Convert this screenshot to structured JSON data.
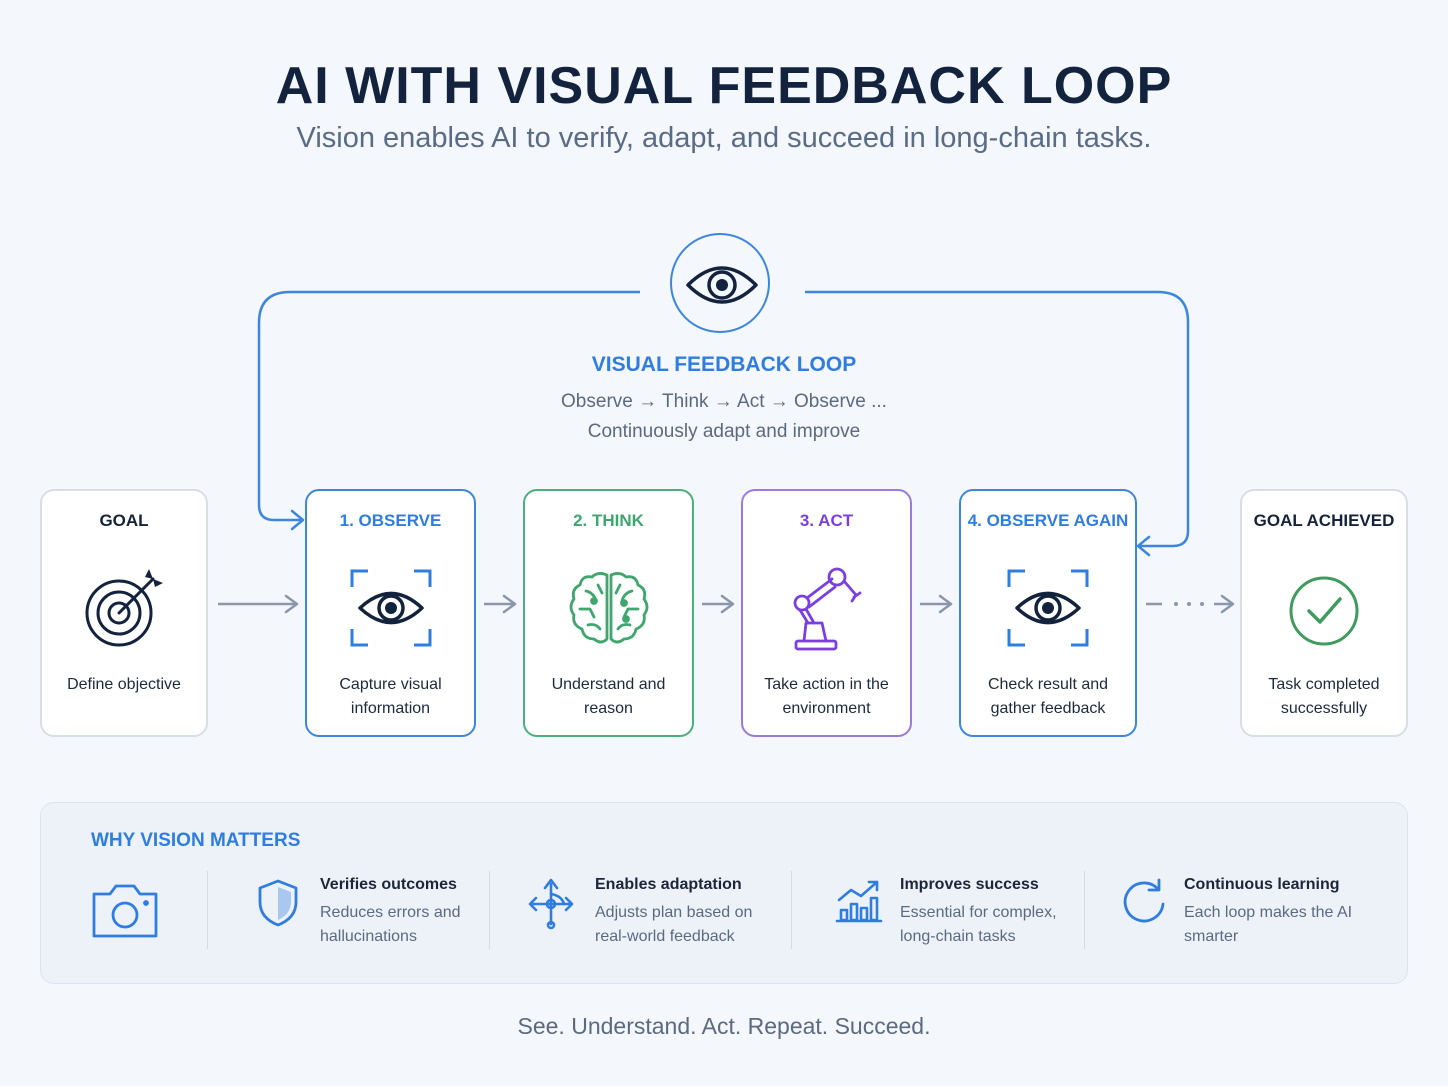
{
  "header": {
    "title": "AI WITH VISUAL FEEDBACK LOOP",
    "subtitle": "Vision enables AI to verify, adapt, and succeed in long-chain tasks."
  },
  "loop": {
    "title": "VISUAL FEEDBACK LOOP",
    "sequence": "Observe → Think → Act → Observe ...",
    "description": "Continuously adapt and improve",
    "icon": "eye-icon",
    "color": "#3c86e0"
  },
  "steps": [
    {
      "title": "GOAL",
      "description": "Define objective",
      "icon": "target-icon",
      "color": "#17233a"
    },
    {
      "title": "1. OBSERVE",
      "description": "Capture visual information",
      "icon": "eye-icon",
      "color": "#2f7de1"
    },
    {
      "title": "2. THINK",
      "description": "Understand and reason",
      "icon": "brain-icon",
      "color": "#3fa66e"
    },
    {
      "title": "3. ACT",
      "description": "Take action in the environment",
      "icon": "robot-arm-icon",
      "color": "#7b3fe0"
    },
    {
      "title": "4. OBSERVE AGAIN",
      "description": "Check result and gather feedback",
      "icon": "eye-icon",
      "color": "#2f7de1"
    },
    {
      "title": "GOAL ACHIEVED",
      "description": "Task completed successfully",
      "icon": "checkmark-circle-icon",
      "color": "#17233a"
    }
  ],
  "why": {
    "title": "WHY VISION MATTERS",
    "icon": "camera-icon",
    "features": [
      {
        "title": "Verifies outcomes",
        "description": "Reduces errors and hallucinations",
        "icon": "shield-icon"
      },
      {
        "title": "Enables adaptation",
        "description": "Adjusts plan based on real-world feedback",
        "icon": "move-arrows-icon"
      },
      {
        "title": "Improves success",
        "description": "Essential for complex, long-chain tasks",
        "icon": "growth-chart-icon"
      },
      {
        "title": "Continuous learning",
        "description": "Each loop makes the AI smarter",
        "icon": "refresh-icon"
      }
    ]
  },
  "footer": {
    "tagline": "See. Understand. Act. Repeat. Succeed."
  }
}
